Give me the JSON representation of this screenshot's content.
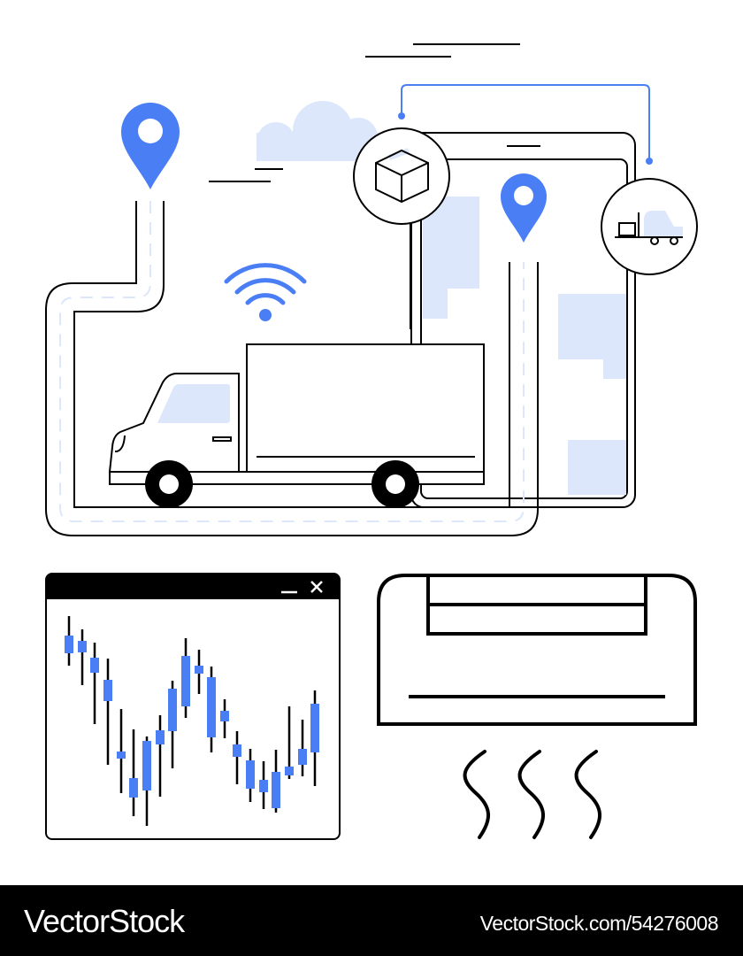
{
  "illustration": {
    "subject": "logistics and delivery tracking",
    "colors": {
      "accent": "#4a7ef5",
      "light_accent": "#dce7fb",
      "stroke": "#000000",
      "background": "#ffffff"
    },
    "icons": [
      "map-pin-icon-left",
      "map-pin-icon-tablet",
      "wifi-icon",
      "cloud-icon",
      "package-box-icon",
      "forklift-truck-icon",
      "delivery-truck",
      "tablet-device",
      "candlestick-chart-window",
      "air-conditioner-icon",
      "heat-waves-icon"
    ],
    "chart_window": {
      "controls": [
        "minimize",
        "close"
      ],
      "minimize_glyph": "—",
      "close_glyph": "✕"
    }
  },
  "footer": {
    "brand": "VectorStock",
    "url": "VectorStock.com/54276008"
  }
}
